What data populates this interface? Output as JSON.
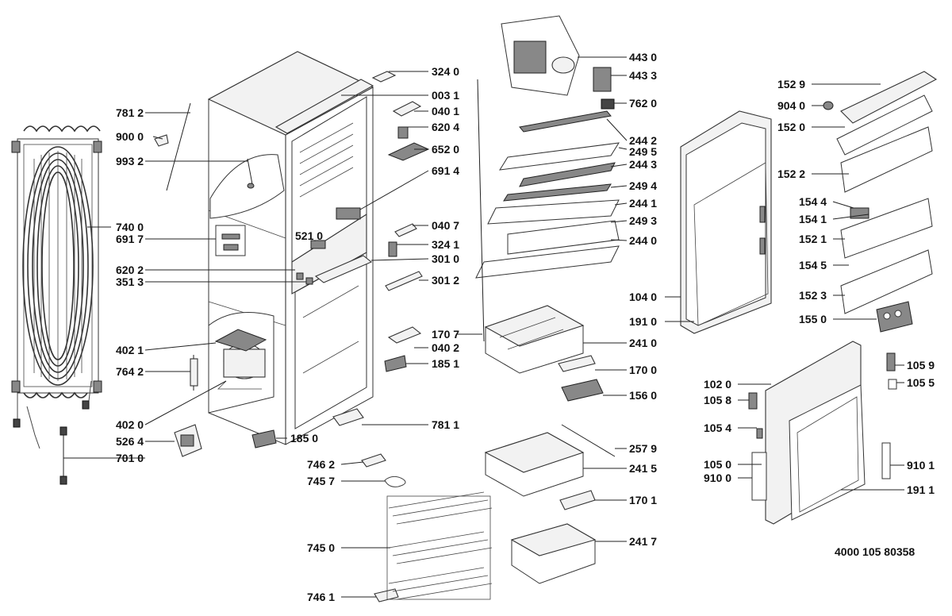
{
  "document_number": "4000 105 80358",
  "callouts": {
    "c7812": "781 2",
    "c9000": "900 0",
    "c9932": "993 2",
    "c7400": "740 0",
    "c6917": "691 7",
    "c6202": "620 2",
    "c3513": "351 3",
    "c4021": "402 1",
    "c7642": "764 2",
    "c4020": "402 0",
    "c5264": "526 4",
    "c7010": "701 0",
    "c3240": "324 0",
    "c0031": "003 1",
    "c0401": "040 1",
    "c6204": "620 4",
    "c6520": "652 0",
    "c6914": "691 4",
    "c5210": "521 0",
    "c0407": "040 7",
    "c3241": "324 1",
    "c3010": "301 0",
    "c3012": "301 2",
    "c1707": "170 7",
    "c0402": "040 2",
    "c1851": "185 1",
    "c7811": "781 1",
    "c1850": "185 0",
    "c7462": "746 2",
    "c7457": "745 7",
    "c7450": "745 0",
    "c7461": "746 1",
    "c4430": "443 0",
    "c4433": "443 3",
    "c7620": "762 0",
    "c2442": "244 2",
    "c2495": "249 5",
    "c2443": "244 3",
    "c2494": "249 4",
    "c2441": "244 1",
    "c2493": "249 3",
    "c2440": "244 0",
    "c2410": "241 0",
    "c1700": "170 0",
    "c1560": "156 0",
    "c2579": "257 9",
    "c2415": "241 5",
    "c1701": "170 1",
    "c2417": "241 7",
    "c1529": "152 9",
    "c9040": "904 0",
    "c1520": "152 0",
    "c1522": "152 2",
    "c1544": "154 4",
    "c1541": "154 1",
    "c1521": "152 1",
    "c1545": "154 5",
    "c1523": "152 3",
    "c1550": "155 0",
    "c1040": "104 0",
    "c1910": "191 0",
    "c1059": "105 9",
    "c1055": "105 5",
    "c1020": "102 0",
    "c1058": "105 8",
    "c1054": "105 4",
    "c1050": "105 0",
    "c9100": "910 0",
    "c9101": "910 1",
    "c1911": "191 1"
  }
}
